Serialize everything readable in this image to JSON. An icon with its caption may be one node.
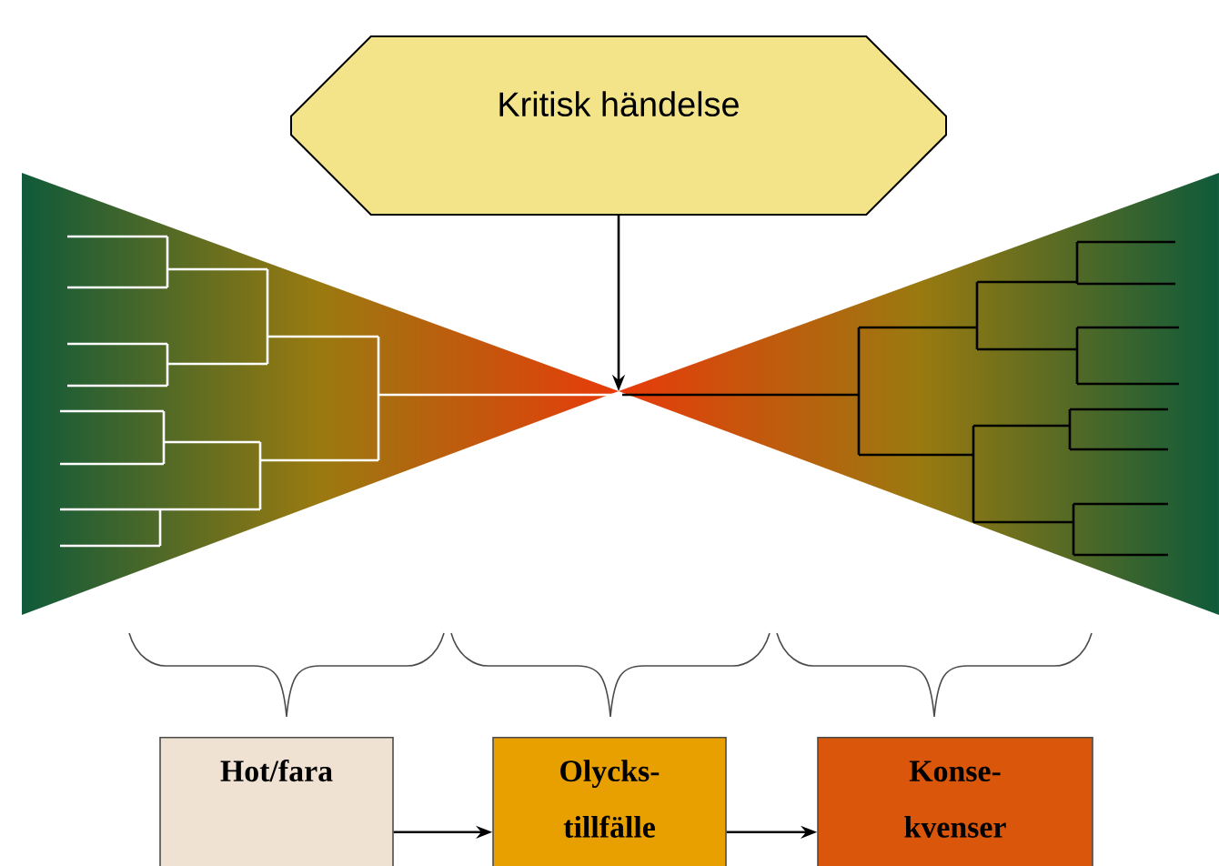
{
  "diagram": {
    "nodes": [
      {
        "text": [
          "Kritisk händelse"
        ]
      },
      {
        "text": [
          "Hot/fara"
        ]
      },
      {
        "text": [
          "Olycks- tillfälle"
        ]
      },
      {
        "text": [
          "Konse- kvenser"
        ]
      }
    ],
    "edges": [
      {
        "from": 0,
        "to": null,
        "arrow": "to"
      },
      {
        "from": 1,
        "to": 2,
        "arrow": "to"
      },
      {
        "from": 2,
        "to": 3,
        "arrow": "to"
      }
    ]
  }
}
